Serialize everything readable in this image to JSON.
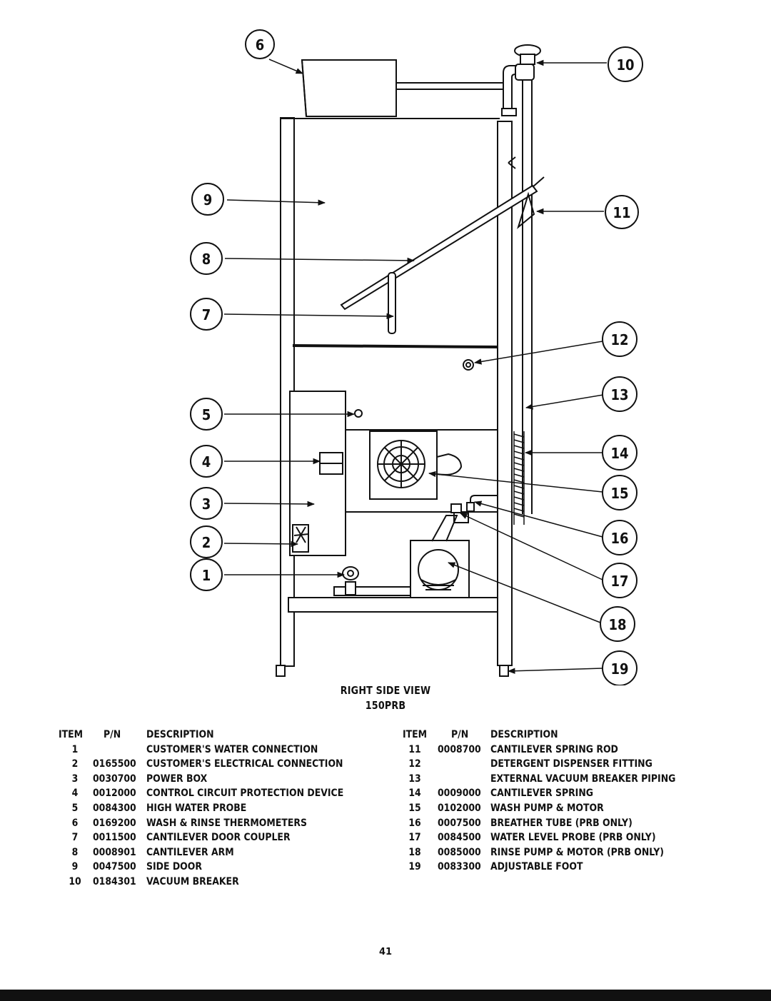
{
  "diagram": {
    "callouts": [
      "1",
      "2",
      "3",
      "4",
      "5",
      "6",
      "7",
      "8",
      "9",
      "10",
      "11",
      "12",
      "13",
      "14",
      "15",
      "16",
      "17",
      "18",
      "19"
    ]
  },
  "caption": {
    "view": "RIGHT SIDE VIEW",
    "model": "150PRB"
  },
  "parts_table": {
    "headers": {
      "item": "ITEM",
      "pn": "P/N",
      "description": "DESCRIPTION"
    },
    "left": [
      {
        "item": "1",
        "pn": "",
        "description": "CUSTOMER'S WATER CONNECTION"
      },
      {
        "item": "2",
        "pn": "0165500",
        "description": "CUSTOMER'S ELECTRICAL CONNECTION"
      },
      {
        "item": "3",
        "pn": "0030700",
        "description": "POWER BOX"
      },
      {
        "item": "4",
        "pn": "0012000",
        "description": "CONTROL CIRCUIT PROTECTION DEVICE"
      },
      {
        "item": "5",
        "pn": "0084300",
        "description": "HIGH WATER PROBE"
      },
      {
        "item": "6",
        "pn": "0169200",
        "description": "WASH & RINSE THERMOMETERS"
      },
      {
        "item": "7",
        "pn": "0011500",
        "description": "CANTILEVER DOOR COUPLER"
      },
      {
        "item": "8",
        "pn": "0008901",
        "description": "CANTILEVER ARM"
      },
      {
        "item": "9",
        "pn": "0047500",
        "description": "SIDE DOOR"
      },
      {
        "item": "10",
        "pn": "0184301",
        "description": "VACUUM BREAKER"
      }
    ],
    "right": [
      {
        "item": "11",
        "pn": "0008700",
        "description": "CANTILEVER SPRING ROD"
      },
      {
        "item": "12",
        "pn": "",
        "description": "DETERGENT DISPENSER FITTING"
      },
      {
        "item": "13",
        "pn": "",
        "description": "EXTERNAL VACUUM BREAKER PIPING"
      },
      {
        "item": "14",
        "pn": "0009000",
        "description": "CANTILEVER SPRING"
      },
      {
        "item": "15",
        "pn": "0102000",
        "description": "WASH PUMP & MOTOR"
      },
      {
        "item": "16",
        "pn": "0007500",
        "description": "BREATHER TUBE (PRB ONLY)"
      },
      {
        "item": "17",
        "pn": "0084500",
        "description": "WATER LEVEL PROBE (PRB ONLY)"
      },
      {
        "item": "18",
        "pn": "0085000",
        "description": "RINSE PUMP & MOTOR (PRB ONLY)"
      },
      {
        "item": "19",
        "pn": "0083300",
        "description": "ADJUSTABLE FOOT"
      }
    ]
  },
  "page_number": "41"
}
